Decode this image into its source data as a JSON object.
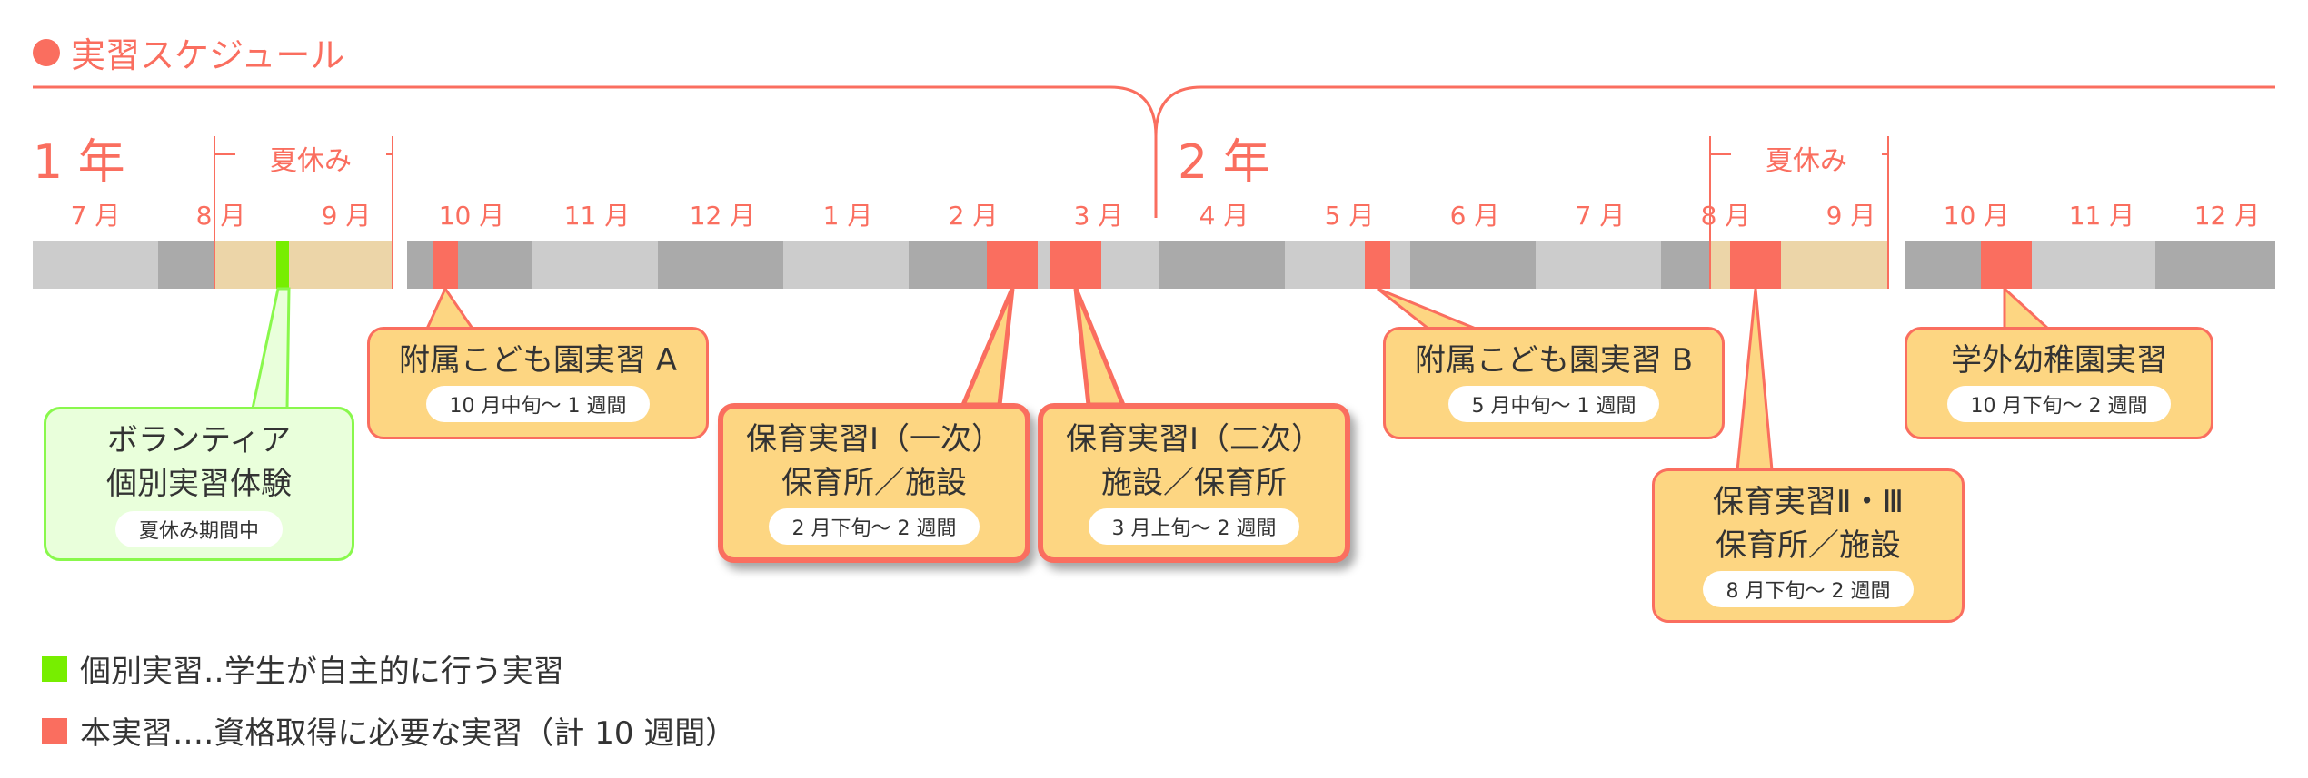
{
  "title": "実習スケジュール",
  "years": [
    {
      "label": "1 年"
    },
    {
      "label": "2 年"
    }
  ],
  "summer_label": "夏休み",
  "months": [
    "7 月",
    "8 月",
    "9 月",
    "10 月",
    "11 月",
    "12 月",
    "1 月",
    "2 月",
    "3 月",
    "4 月",
    "5 月",
    "6 月",
    "7 月",
    "8 月",
    "9 月",
    "10 月",
    "11 月",
    "12 月"
  ],
  "colors": {
    "accent": "#fa6e5f",
    "practice": "#fa6e5f",
    "individual": "#77ee00",
    "summer_band": "#ecd5a8",
    "callout_fill": "#fdd682",
    "green_fill": "#e9ffdb",
    "green_border": "#89f84c",
    "bar_light": "#cccccc",
    "bar_dark": "#aaaaaa"
  },
  "callouts": [
    {
      "title_lines": [
        "ボランティア",
        "個別実習体験"
      ],
      "pill": "夏休み期間中"
    },
    {
      "title_lines": [
        "附属こども園実習 A"
      ],
      "pill": "10 月中旬〜 1 週間"
    },
    {
      "title_lines": [
        "保育実習Ⅰ（一次）",
        "保育所／施設"
      ],
      "pill": "2 月下旬〜 2 週間"
    },
    {
      "title_lines": [
        "保育実習Ⅰ（二次）",
        "施設／保育所"
      ],
      "pill": "3 月上旬〜 2 週間"
    },
    {
      "title_lines": [
        "附属こども園実習 B"
      ],
      "pill": "5 月中旬〜 1 週間"
    },
    {
      "title_lines": [
        "保育実習Ⅱ・Ⅲ",
        "保育所／施設"
      ],
      "pill": "8 月下旬〜 2 週間"
    },
    {
      "title_lines": [
        "学外幼稚園実習"
      ],
      "pill": "10 月下旬〜 2 週間"
    }
  ],
  "legend": [
    {
      "text": "個別実習‥学生が自主的に行う実習"
    },
    {
      "text": "本実習‥‥資格取得に必要な実習（計 10 週間）"
    }
  ]
}
